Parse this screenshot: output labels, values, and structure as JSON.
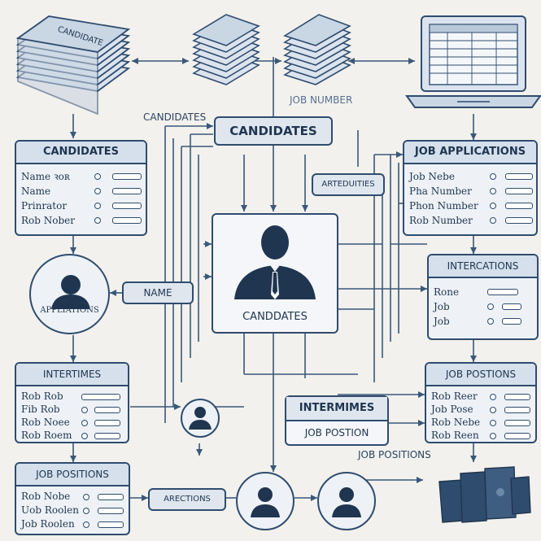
{
  "labels": {
    "stack_top_left": "CANDIDATE",
    "free_candidates": "CANDIDATES",
    "job_number": "JOB NUMBER",
    "candidates_pill": "CANDIDATES",
    "artedities": "ARTEDUITIES",
    "name_pill": "NAME",
    "applications_circle": "APPLIATIONS",
    "center_caption": "CANDDATES",
    "job_position_pill": "JOB POSTION",
    "job_positions_text": "JOB POSITIONS",
    "arections": "ARECTIONS"
  },
  "cards": {
    "candidates": {
      "title": "CANDIDATES",
      "rows": [
        "Name ꝛoʀ",
        "Name",
        "Prinrator",
        "Rob Nober"
      ]
    },
    "job_applications": {
      "title": "JOB APPLICATIONS",
      "rows": [
        "Job Nebe",
        "Pha Number",
        "Phon Number",
        "Rob Number"
      ]
    },
    "intercations": {
      "title": "INTERCATIONS",
      "rows": [
        "Rone",
        "Job",
        "Job"
      ]
    },
    "intertimes": {
      "title": "INTERTIMES",
      "rows": [
        "Rob Rob",
        "Fib Rob",
        "Rob Noee",
        "Rob Roem"
      ]
    },
    "intermimes": {
      "title": "INTERMIMES"
    },
    "job_postions": {
      "title": "JOB POSTIONS",
      "rows": [
        "Rob Reer",
        "Job Pose",
        "Rob Nebe",
        "Rob Reen"
      ]
    },
    "job_positions_bottom": {
      "title": "JOB POSITIONS",
      "rows": [
        "Rob Nobe",
        "Uob Roolen",
        "Job Roolen"
      ]
    }
  }
}
